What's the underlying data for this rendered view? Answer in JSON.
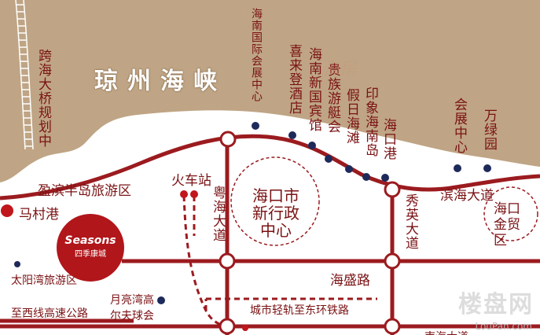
{
  "sea": {
    "name": "琼州海峡",
    "fill": "#bfa585"
  },
  "land": {
    "fill": "#ffffff"
  },
  "colors": {
    "road": "#9b1b1f",
    "text": "#7a1214",
    "poi_dot": "#1e2a5a",
    "red_dot": "#c0161c"
  },
  "labels": {
    "bridge": "跨海大桥规划中",
    "haikou_intl": "海南国际会展中心",
    "xilaideng": "喜来登酒店",
    "haikou_binguan": "海南新国宾馆",
    "guizu": "贵族游艇会",
    "jiari": "假日海滩",
    "yinxiang": "印象海南岛",
    "haikougang": "海口港",
    "huizhan": "会展中心",
    "wanlvyuan": "万绿园",
    "yingbin": "盈滨半岛旅游区",
    "macungang": "马村港",
    "huochezhan": "火车站",
    "yuehai": "粤海大道",
    "xingzheng": "海口市新行政中心",
    "xiuying": "秀英大道",
    "binhai": "滨海大道",
    "jinmao": "海口金贸区",
    "haisheng": "海盛路",
    "taiyangwan": "太阳湾旅游区",
    "xixian": "至西线高速公路",
    "yueliangwan": "月亮湾高尔夫球会",
    "qinggui": "城市轻轨至东环铁路",
    "bottom_right": "南海大道"
  },
  "logo": {
    "script": "Seasons",
    "cn": "四季康城"
  },
  "watermarks": {
    "fang": "海房",
    "loupan": "楼盘网",
    "url": "LouPan.com"
  }
}
